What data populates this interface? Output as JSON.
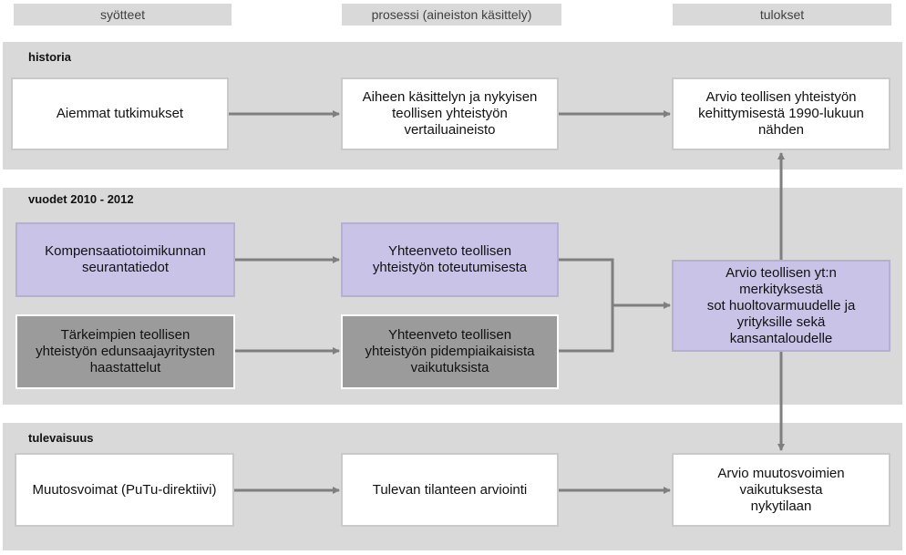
{
  "columns": {
    "inputs": "syötteet",
    "process": "prosessi (aineiston käsittely)",
    "results": "tulokset"
  },
  "bands": {
    "history": "historia",
    "years": "vuodet 2010 - 2012",
    "future": "tulevaisuus"
  },
  "boxes": {
    "previous_studies": "Aiemmat tutkimukset",
    "comparison_material": "Aiheen käsittelyn ja nykyisen\nteollisen yhteistyön\nvertailuaineisto",
    "assessment_development": "Arvio teollisen yhteistyön\nkehittymisestä 1990-lukuun\nnähden",
    "compensation_data": "Kompensaatiotoimikunnan\nseurantatiedot",
    "summary_realization": "Yhteenveto teollisen\nyhteistyön toteutumisesta",
    "interviews": "Tärkeimpien teollisen\nyhteistyön edunsaajayritysten\nhaastattelut",
    "summary_longterm": "Yhteenveto teollisen\nyhteistyön pidempiaikaisista\nvaikutuksista",
    "assessment_significance": "Arvio teollisen yt:n\nmerkityksestä\nsot huoltovarmuudelle ja\nyrityksille sekä\nkansantaloudelle",
    "change_forces": "Muutosvoimat (PuTu-direktiivi)",
    "future_assessment": "Tulevan tilanteen arviointi",
    "assessment_change_forces": "Arvio muutosvoimien\nvaikutuksesta\nnykytilaan"
  },
  "colors": {
    "band": "#d9d9d9",
    "purple": "#c9c3e8",
    "dark_gray": "#9b9b9b",
    "arrow": "#7f7f7f"
  }
}
